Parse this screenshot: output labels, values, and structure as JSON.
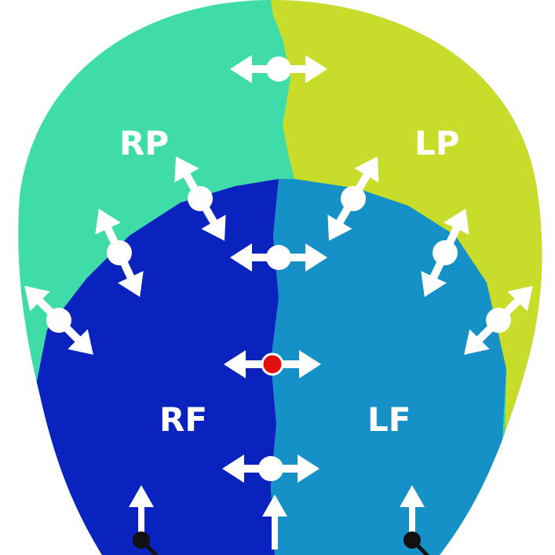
{
  "diagram": {
    "regions": {
      "rp": {
        "label": "RP",
        "color": "#3fdca9"
      },
      "lp": {
        "label": "LP",
        "color": "#c8dc2a"
      },
      "rf": {
        "label": "RF",
        "color": "#0a22be"
      },
      "lf": {
        "label": "LF",
        "color": "#1591c8"
      }
    },
    "arrow_color": "#ffffff",
    "marker_color": "#e10e0e",
    "electrode_color": "#111111"
  }
}
